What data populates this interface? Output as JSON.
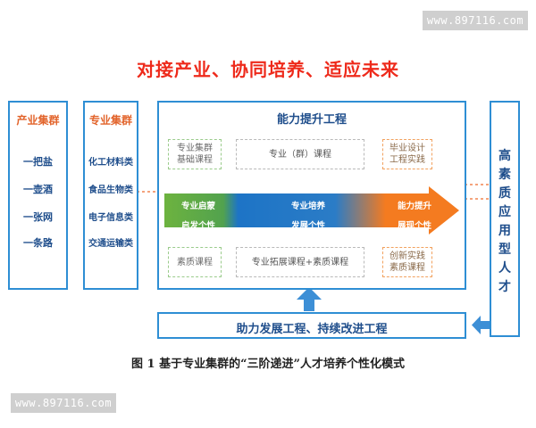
{
  "watermark_top": "www.897116.com",
  "watermark_bottom": "www.897116.com",
  "main_title": "对接产业、协同培养、适应未来",
  "industry": {
    "title": "产业集群",
    "items": [
      "一把盐",
      "一壶酒",
      "一张网",
      "一条路"
    ]
  },
  "majors": {
    "title": "专业集群",
    "items": [
      "化工材料类",
      "食品生物类",
      "电子信息类",
      "交通运输类"
    ]
  },
  "ability": {
    "title": "能力提升工程",
    "top_left": [
      "专业集群",
      "基础课程"
    ],
    "top_mid": "专业（群）课程",
    "top_right": [
      "毕业设计",
      "工程实践"
    ],
    "band_left": [
      "专业启蒙",
      "启发个性"
    ],
    "band_mid": [
      "专业培养",
      "发展个性"
    ],
    "band_right": [
      "能力提升",
      "展现个性"
    ],
    "bottom_left": "素质课程",
    "bottom_mid": "专业拓展课程+素质课程",
    "bottom_right": [
      "创新实践",
      "素质课程"
    ]
  },
  "support": {
    "title": "助力发展工程、持续改进工程"
  },
  "talent": {
    "title": [
      "高",
      "素",
      "质",
      "应",
      "用",
      "型",
      "人",
      "才"
    ]
  },
  "caption": "图 1  基于专业集群的“三阶递进”人才培养个性化模式",
  "colors": {
    "accent_red": "#ee2a1b",
    "accent_orange": "#e2632a",
    "border_blue": "#2e8ed4",
    "text_blue": "#1f4e8c",
    "band_green": "#6db33f",
    "band_blue": "#1d74c6",
    "band_orange": "#f47b20",
    "arrow_blue": "#3d8fd6"
  }
}
